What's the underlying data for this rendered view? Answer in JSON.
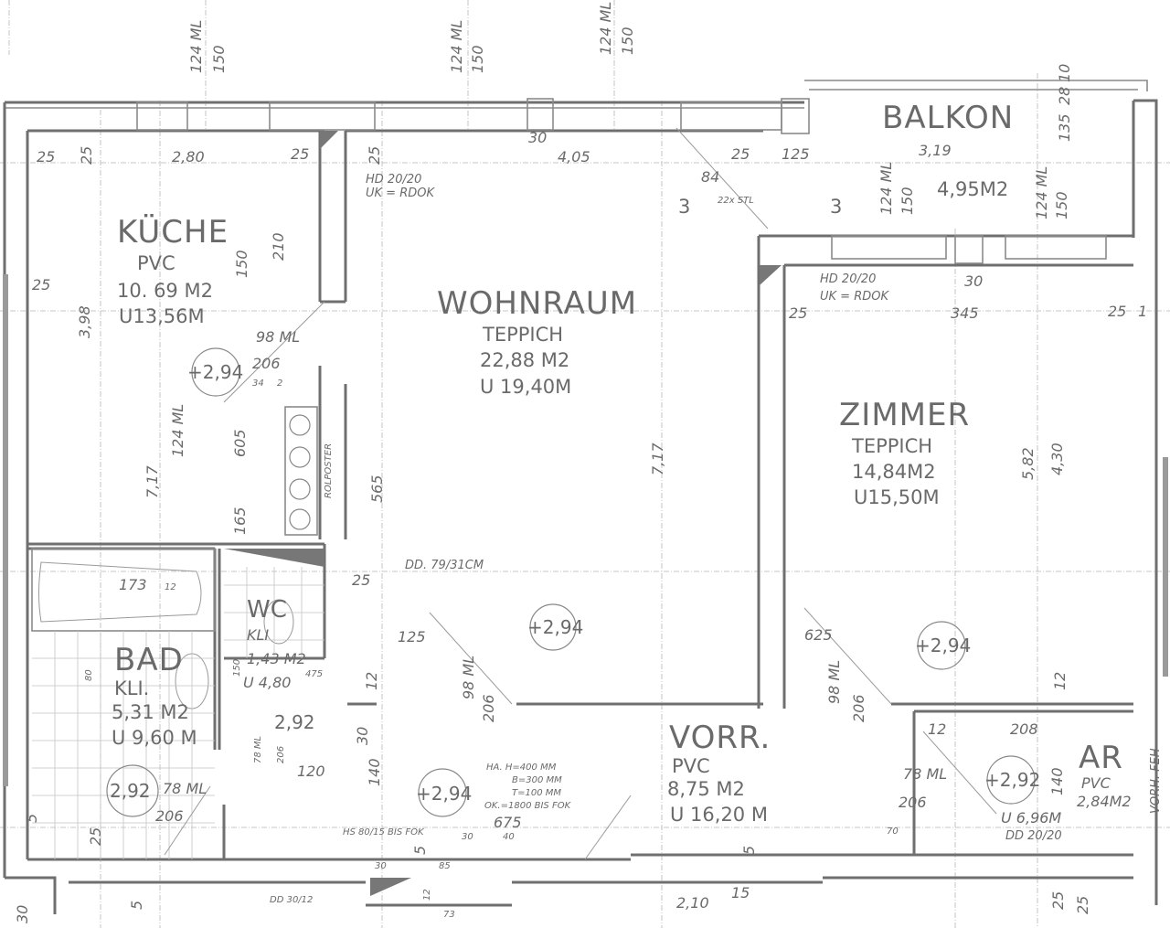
{
  "rooms": {
    "kueche": {
      "name": "KÜCHE",
      "floor": "PVC",
      "area": "10. 69 M2",
      "perimeter": "U13,56M",
      "level": "+2,94"
    },
    "wohnraum": {
      "name": "WOHNRAUM",
      "floor": "TEPPICH",
      "area": "22,88 M2",
      "perimeter": "U 19,40M",
      "level": "+2,94"
    },
    "zimmer": {
      "name": "ZIMMER",
      "floor": "TEPPICH",
      "area": "14,84M2",
      "perimeter": "U15,50M",
      "level": "+2,94"
    },
    "balkon": {
      "name": "BALKON",
      "width": "3,19",
      "area": "4,95M2"
    },
    "bad": {
      "name": "BAD",
      "floor": "KLI.",
      "area": "5,31 M2",
      "perimeter": "U 9,60 M",
      "level": "2,92"
    },
    "wc": {
      "name": "WC",
      "floor": "KLI",
      "area": "1,43 M2",
      "perimeter": "U 4,80",
      "level": "2,92"
    },
    "vorraum": {
      "name": "VORR.",
      "floor": "PVC",
      "area": "8,75 M2",
      "perimeter": "U 16,20 M",
      "level": "+2,94"
    },
    "ar": {
      "name": "AR",
      "floor": "PVC",
      "area": "2,84M2",
      "perimeter": "U 6,96M",
      "level": "+2,92"
    }
  },
  "notes": {
    "hd1a": "HD 20/20",
    "hd1b": "UK = RDOK",
    "hd2a": "HD 20/20",
    "hd2b": "UK = RDOK",
    "dd_bad": "DD. 79/31CM",
    "dd_ar": "DD 20/20",
    "dd_bottom": "DD 30/12",
    "vorh": "VORH. FEH",
    "ha1": "HA. H=400 MM",
    "ha2": "B=300 MM",
    "ha3": "T=100 MM",
    "ha4": "OK.=1800 BIS FOK",
    "hs": "HS 80/15 BIS FOK",
    "stl": "22x STL",
    "section_a": "3",
    "section_b": "3"
  },
  "windows": [
    "124 ML",
    "150",
    "124 ML",
    "150",
    "124 ML",
    "150",
    "124 ML",
    "150",
    "124 ML",
    "150",
    "124 ML",
    "150"
  ],
  "dims": {
    "top": [
      "25",
      "25",
      "2,80",
      "25",
      "25",
      "4,05",
      "25",
      "125",
      "84",
      "30",
      "345",
      "25",
      "25",
      "1",
      "135",
      "28",
      "10",
      "30"
    ],
    "kitchen": [
      "25",
      "3,98",
      "210",
      "98 ML",
      "206",
      "34",
      "2",
      "605",
      "165",
      "ROLPOSTER"
    ],
    "wohn": [
      "565",
      "7,17",
      "125",
      "98 ML",
      "206",
      "12",
      "30",
      "140",
      "120",
      "675",
      "30",
      "40",
      "5"
    ],
    "zimmer": [
      "7,17",
      "5,82",
      "4,30",
      "625",
      "98 ML",
      "206",
      "12",
      "12",
      "208",
      "78 ML",
      "206",
      "140",
      "70"
    ],
    "bath": [
      "173",
      "12",
      "80",
      "150",
      "78 ML",
      "206",
      "475",
      "78 ML",
      "206",
      "25",
      "25"
    ],
    "bottom": [
      "30",
      "5",
      "2,10",
      "15",
      "5",
      "25",
      "25",
      "30",
      "85",
      "12",
      "73",
      "5"
    ]
  }
}
